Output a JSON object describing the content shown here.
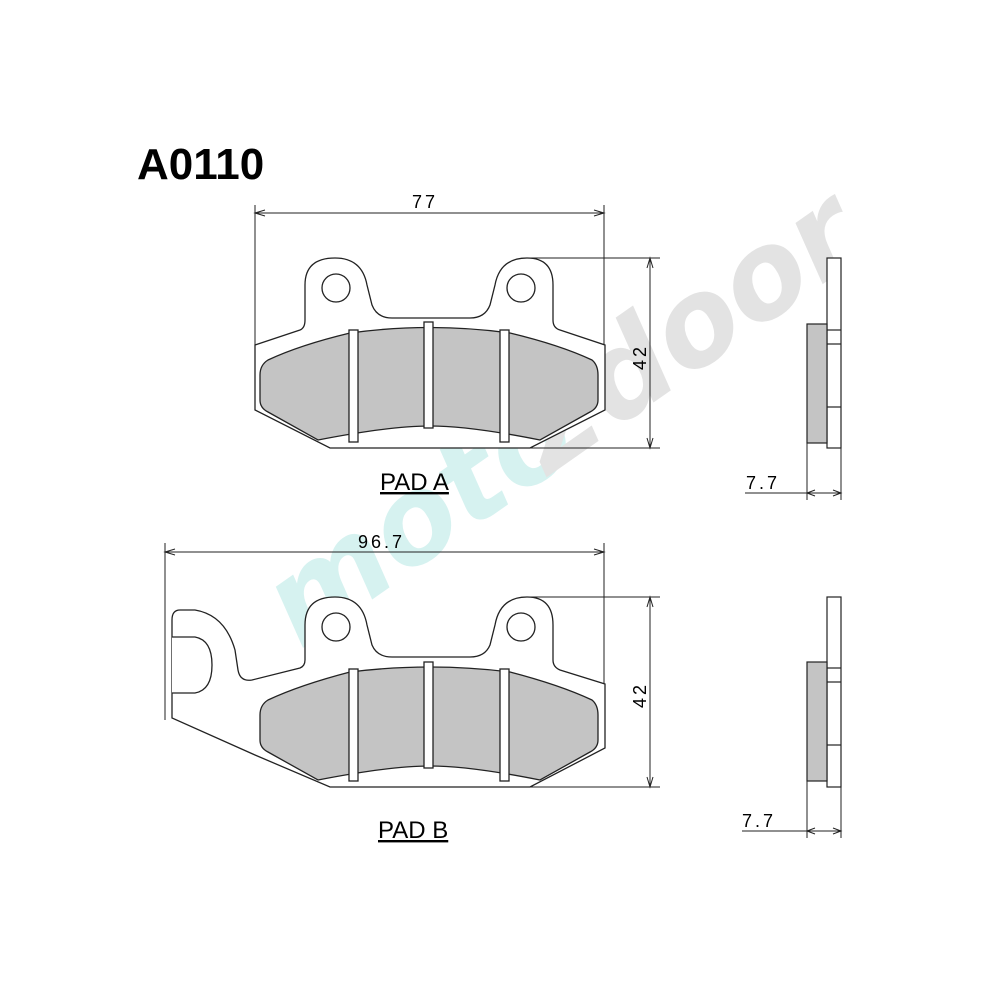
{
  "title": "A0110",
  "watermark": {
    "part1": "moto",
    "part2": "2door",
    "color1": "#d6f2f0",
    "color2": "#e3e3e3"
  },
  "pad_a": {
    "label": "PAD A",
    "width_dim": "77",
    "height_dim": "42",
    "thickness_dim": "7.7"
  },
  "pad_b": {
    "label": "PAD B",
    "width_dim": "96.7",
    "height_dim": "42",
    "thickness_dim": "7.7"
  },
  "colors": {
    "friction": "#c4c4c4",
    "line": "#222222",
    "background": "#ffffff"
  }
}
